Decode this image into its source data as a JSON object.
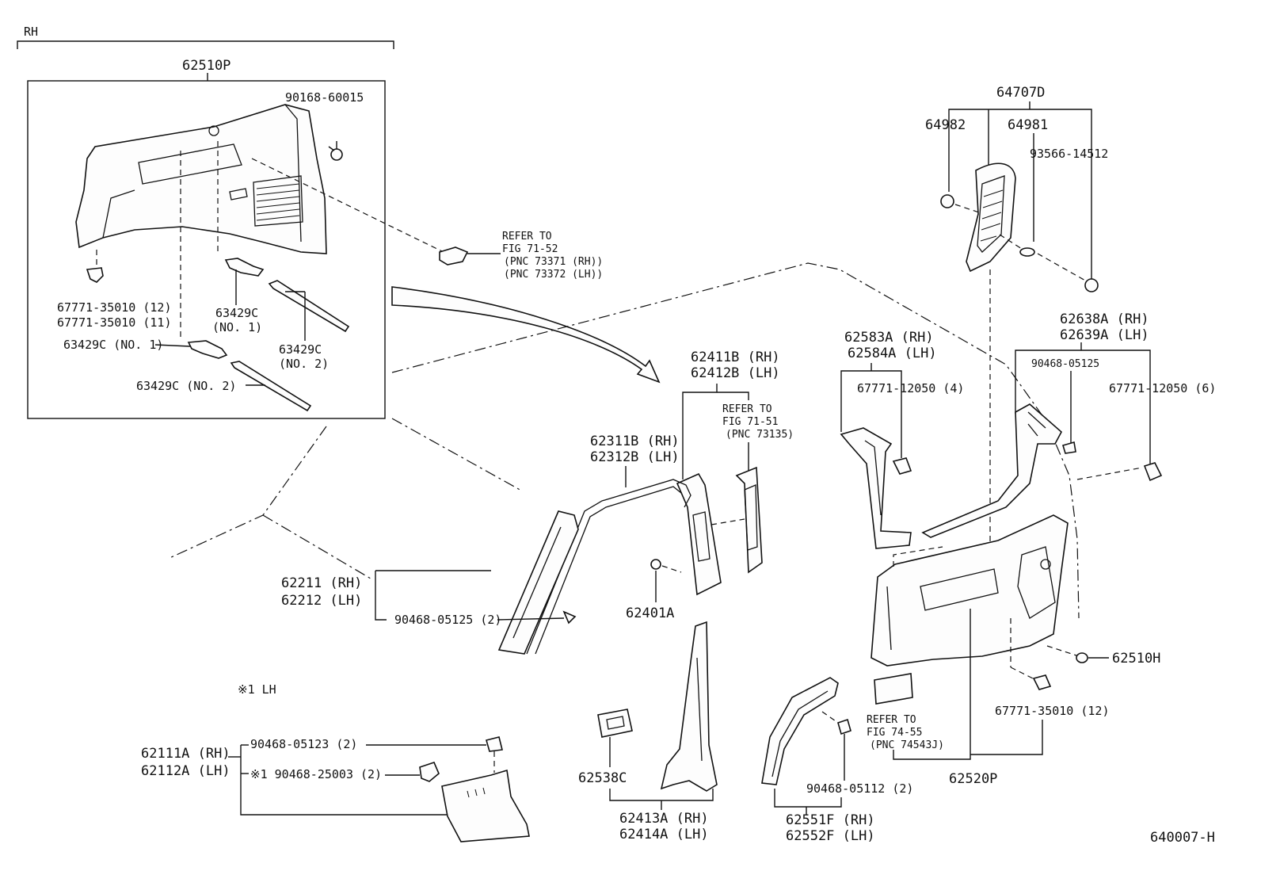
{
  "header": {
    "side": "RH",
    "group_label": "62510P"
  },
  "footer": {
    "drawing_id": "640007-H",
    "note_lh": "※1 LH"
  },
  "labels": {
    "l_90168": "90168-60015",
    "l_67771_a": "67771-35010 (12)",
    "l_67771_b": "67771-35010 (11)",
    "l_63429c_1": "63429C",
    "l_63429c_1n": "(NO. 1)",
    "l_63429c_2": "63429C",
    "l_63429c_2n": "(NO. 2)",
    "l_63429c_no1": "63429C (NO. 1)",
    "l_63429c_no2": "63429C (NO. 2)",
    "ref_7152_1": "REFER TO",
    "ref_7152_2": "FIG 71-52",
    "ref_7152_3": "(PNC 73371 (RH))",
    "ref_7152_4": "(PNC 73372 (LH))",
    "l_64707d": "64707D",
    "l_64982": "64982",
    "l_64981": "64981",
    "l_93566": "93566-14512",
    "l_62638a": "62638A (RH)",
    "l_62639a": "62639A (LH)",
    "l_90468_05125_top": "90468-05125",
    "l_67771_12050_6": "67771-12050 (6)",
    "l_62583a": "62583A (RH)",
    "l_62584a": "62584A (LH)",
    "l_67771_12050_4": "67771-12050 (4)",
    "l_62411b": "62411B (RH)",
    "l_62412b": "62412B (LH)",
    "ref_7151_1": "REFER TO",
    "ref_7151_2": "FIG 71-51",
    "ref_7151_3": "(PNC 73135)",
    "l_62311b": "62311B (RH)",
    "l_62312b": "62312B (LH)",
    "l_62211": "62211 (RH)",
    "l_62212": "62212 (LH)",
    "l_90468_05125_2": "90468-05125 (2)",
    "l_62401a": "62401A",
    "l_62510h": "62510H",
    "l_67771_35010_12": "67771-35010 (12)",
    "ref_7455_1": "REFER TO",
    "ref_7455_2": "FIG 74-55",
    "ref_7455_3": "(PNC 74543J)",
    "l_62520p": "62520P",
    "l_62111a": "62111A (RH)",
    "l_62112a": "62112A (LH)",
    "l_90468_05123": "90468-05123 (2)",
    "l_90468_25003": "※1 90468-25003 (2)",
    "l_62538c": "62538C",
    "l_62413a": "62413A (RH)",
    "l_62414a": "62414A (LH)",
    "l_90468_05112": "90468-05112 (2)",
    "l_62551f": "62551F (RH)",
    "l_62552f": "62552F (LH)"
  }
}
